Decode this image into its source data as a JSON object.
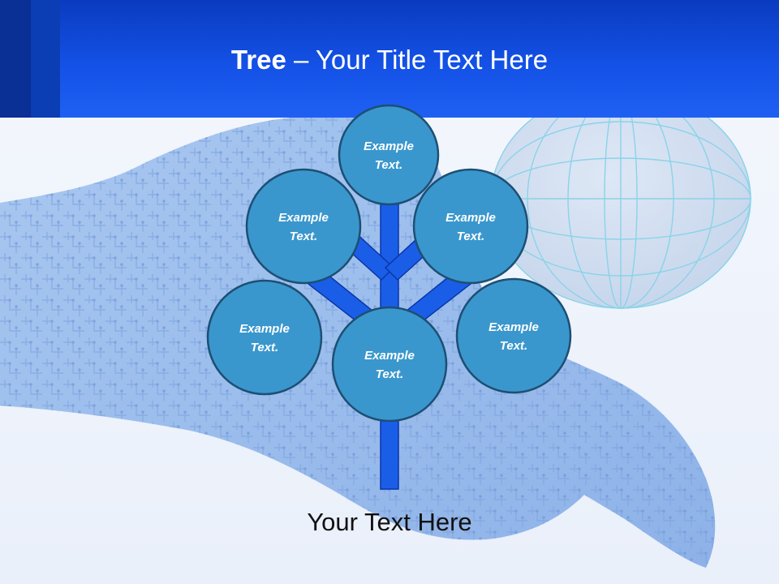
{
  "title": {
    "bold": "Tree",
    "rest": " – Your Title Text Here"
  },
  "caption": "Your Text Here",
  "nodes": [
    {
      "id": "top",
      "line1": "Example",
      "line2": "Text."
    },
    {
      "id": "upper-left",
      "line1": "Example",
      "line2": "Text."
    },
    {
      "id": "upper-right",
      "line1": "Example",
      "line2": "Text."
    },
    {
      "id": "lower-left",
      "line1": "Example",
      "line2": "Text."
    },
    {
      "id": "center",
      "line1": "Example",
      "line2": "Text."
    },
    {
      "id": "lower-right",
      "line1": "Example",
      "line2": "Text."
    }
  ],
  "colors": {
    "header": "#1451e6",
    "node_fill": "#3a97cd",
    "node_stroke": "#1d4f74",
    "trunk": "#1a5ee8",
    "trunk_stroke": "#0c35a6"
  }
}
